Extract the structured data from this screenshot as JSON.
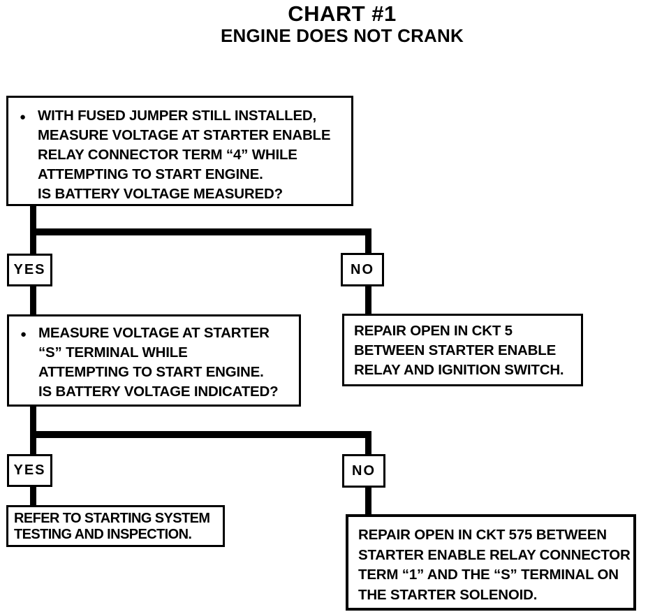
{
  "title": {
    "line1": "CHART #1",
    "line2": "ENGINE DOES NOT CRANK"
  },
  "colors": {
    "ink": "#000000",
    "paper": "#ffffff"
  },
  "flowchart": {
    "bullet_glyph": "●",
    "decision1": {
      "text": "WITH FUSED JUMPER STILL INSTALLED,\nMEASURE VOLTAGE AT STARTER ENABLE\nRELAY CONNECTOR TERM “4” WHILE\nATTEMPTING TO START ENGINE.\nIS BATTERY VOLTAGE MEASURED?"
    },
    "branch1": {
      "yes_label": "YES",
      "no_label": "NO"
    },
    "decision2": {
      "text": "MEASURE VOLTAGE AT STARTER\n“S” TERMINAL WHILE\nATTEMPTING TO START ENGINE.\nIS BATTERY VOLTAGE INDICATED?"
    },
    "action_no1": {
      "text": "REPAIR OPEN IN CKT 5\nBETWEEN STARTER ENABLE\nRELAY AND IGNITION SWITCH."
    },
    "branch2": {
      "yes_label": "YES",
      "no_label": "NO"
    },
    "action_yes2": {
      "text": "REFER TO STARTING SYSTEM\nTESTING AND INSPECTION."
    },
    "action_no2": {
      "text": "REPAIR OPEN IN CKT 575 BETWEEN\nSTARTER ENABLE RELAY CONNECTOR\nTERM “1” AND THE “S” TERMINAL ON\nTHE STARTER SOLENOID."
    }
  }
}
